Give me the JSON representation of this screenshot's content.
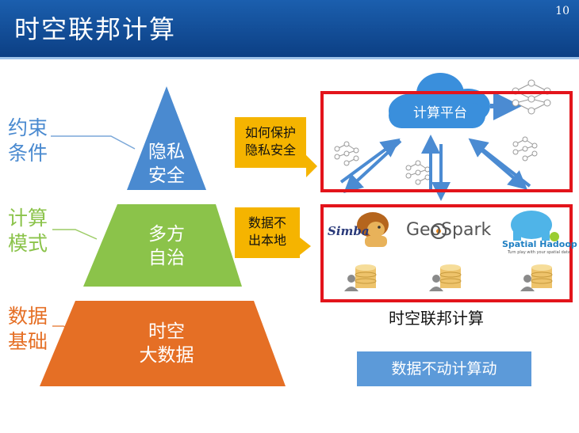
{
  "header": {
    "title": "时空联邦计算",
    "page_number": "10"
  },
  "left_labels": {
    "constraint": [
      "约束",
      "条件"
    ],
    "model": [
      "计算",
      "模式"
    ],
    "basis": [
      "数据",
      "基础"
    ]
  },
  "pyramid": {
    "top": [
      "隐私",
      "安全"
    ],
    "middle": [
      "多方",
      "自治"
    ],
    "bottom": [
      "时空",
      "大数据"
    ]
  },
  "callouts": {
    "privacy": [
      "如何保护",
      "隐私安全"
    ],
    "locality": [
      "数据不",
      "出本地"
    ]
  },
  "platform": {
    "cloud_label": "计算平台"
  },
  "systems": {
    "simba": "Simba",
    "geospark": "GeoSpark",
    "spatial_hadoop": "Spatial Hadoop",
    "spatial_hadoop_tagline": "Turn play with your spatial data"
  },
  "caption": "时空联邦计算",
  "slogan": "数据不动计算动",
  "colors": {
    "header_blue": "#124c98",
    "pyramid_top": "#4a8ad0",
    "pyramid_middle": "#8bc34a",
    "pyramid_bottom": "#e56f25",
    "callout": "#f5b400",
    "frame_red": "#e3141b",
    "slogan_bg": "#5c9ad9",
    "arrow_blue": "#4b8bd2"
  }
}
